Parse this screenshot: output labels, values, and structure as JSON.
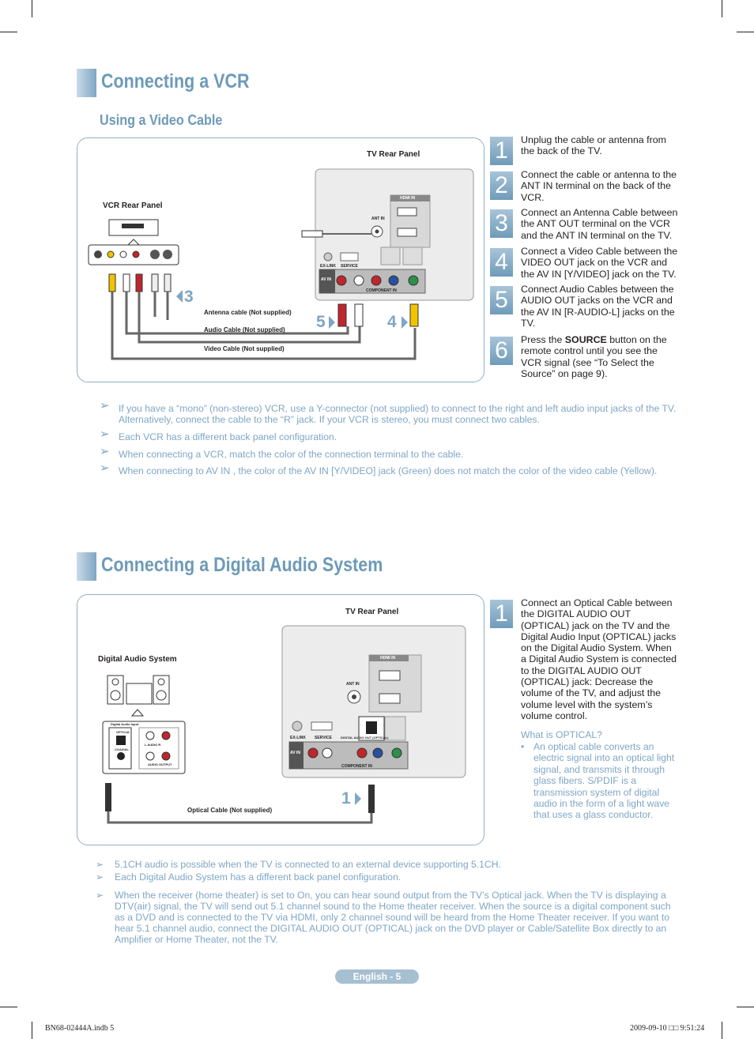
{
  "section1": {
    "title": "Connecting a VCR",
    "subtitle": "Using a Video Cable",
    "diagram": {
      "tv_panel_label": "TV Rear Panel",
      "vcr_panel_label": "VCR Rear Panel",
      "antenna_cable": "Antenna cable (Not supplied)",
      "audio_cable": "Audio Cable (Not supplied)",
      "video_cable": "Video Cable (Not supplied)",
      "callout_3": "3",
      "callout_4": "4",
      "callout_5": "5",
      "jack_labels": {
        "hdmi_in": "HDMI IN",
        "ant_in": "ANT IN",
        "av_in": "AV IN",
        "component_in": "COMPONENT IN",
        "ex_link": "EX-LINK",
        "service": "SERVICE"
      }
    },
    "steps": [
      {
        "num": "1",
        "text": "Unplug the cable or antenna from the back of the TV."
      },
      {
        "num": "2",
        "text": "Connect the cable or antenna to the ANT IN terminal on the back of the VCR."
      },
      {
        "num": "3",
        "text": "Connect an Antenna Cable between the ANT OUT terminal on the VCR and the ANT IN terminal on the TV."
      },
      {
        "num": "4",
        "text": "Connect a Video Cable between the VIDEO OUT jack on the VCR and the AV IN [Y/VIDEO] jack on the TV."
      },
      {
        "num": "5",
        "text": "Connect Audio Cables between the AUDIO OUT jacks on the VCR and the AV IN [R-AUDIO-L] jacks on the TV."
      },
      {
        "num": "6",
        "pre": "Press the ",
        "bold": "SOURCE",
        "post": " button on the remote control until you see the VCR signal (see “To Select the Source” on page 9)."
      }
    ],
    "notes": [
      "If you have a “mono” (non-stereo) VCR, use a Y-connector (not supplied) to connect to the right and left audio input jacks of the TV. Alternatively, connect the cable to the “R” jack. If your VCR is stereo, you must connect two cables.",
      "Each VCR has a different back panel configuration.",
      "When connecting a VCR, match the color of the connection terminal to the cable.",
      "When connecting to AV IN , the color of the AV IN [Y/VIDEO] jack (Green) does not match the color of the video cable (Yellow)."
    ]
  },
  "section2": {
    "title": "Connecting a Digital Audio System",
    "diagram": {
      "tv_panel_label": "TV Rear Panel",
      "das_label": "Digital Audio System",
      "optical_cable": "Optical Cable (Not supplied)",
      "callout_1": "1",
      "jack_labels": {
        "hdmi_in": "HDMI IN",
        "ant_in": "ANT IN",
        "digital_audio_out": "DIGITAL AUDIO OUT (OPTICAL)",
        "component": "COMPONENT IN",
        "ex_link": "EX-LINK",
        "service": "SERVICE",
        "av_in": "AV IN",
        "digital_audio_in": "Digital Audio Input",
        "optical": "OPTICAL",
        "coaxial": "COAXIAL",
        "audio": "L  AUDIO  R",
        "audio_output": "AUDIO OUTPUT"
      }
    },
    "step": {
      "num": "1",
      "text": "Connect an Optical Cable between the DIGITAL AUDIO OUT (OPTICAL) jack on the TV and the Digital Audio Input (OPTICAL) jacks on the Digital Audio System. When a Digital Audio System is connected to the DIGITAL AUDIO OUT (OPTICAL) jack: Decrease the volume of the TV, and adjust the volume level with the system’s volume control."
    },
    "optical_heading": "What is OPTICAL?",
    "optical_bullet": "An optical cable converts an electric signal into an optical light signal, and transmits it through glass fibers. S/PDIF is a transmission system of digital audio in the form of a light wave that uses a glass conductor.",
    "notes": [
      "5.1CH audio is possible when the TV is connected to an external device supporting 5.1CH.",
      "Each Digital Audio System has a different back panel configuration.",
      "When the receiver (home theater) is set to On, you can hear sound output from the TV’s Optical jack. When the TV is displaying a DTV(air) signal, the TV will send out 5.1 channel sound to the Home theater receiver. When the source is a digital component such as a DVD and is connected to the TV via HDMI, only 2 channel sound will be heard from the Home Theater receiver. If you want to hear 5.1 channel audio, connect the DIGITAL AUDIO OUT (OPTICAL) jack on the DVD player or Cable/Satellite Box directly to an Amplifier or Home Theater, not the TV."
    ]
  },
  "footer": {
    "page_label": "English - 5",
    "slug_left": "BN68-02444A.indb   5",
    "slug_right": "2009-09-10   □□ 9:51:24"
  },
  "colors": {
    "accent": "#6d9ab8",
    "note_text": "#7fa6c5",
    "diagram_border": "#8fb0c9"
  }
}
